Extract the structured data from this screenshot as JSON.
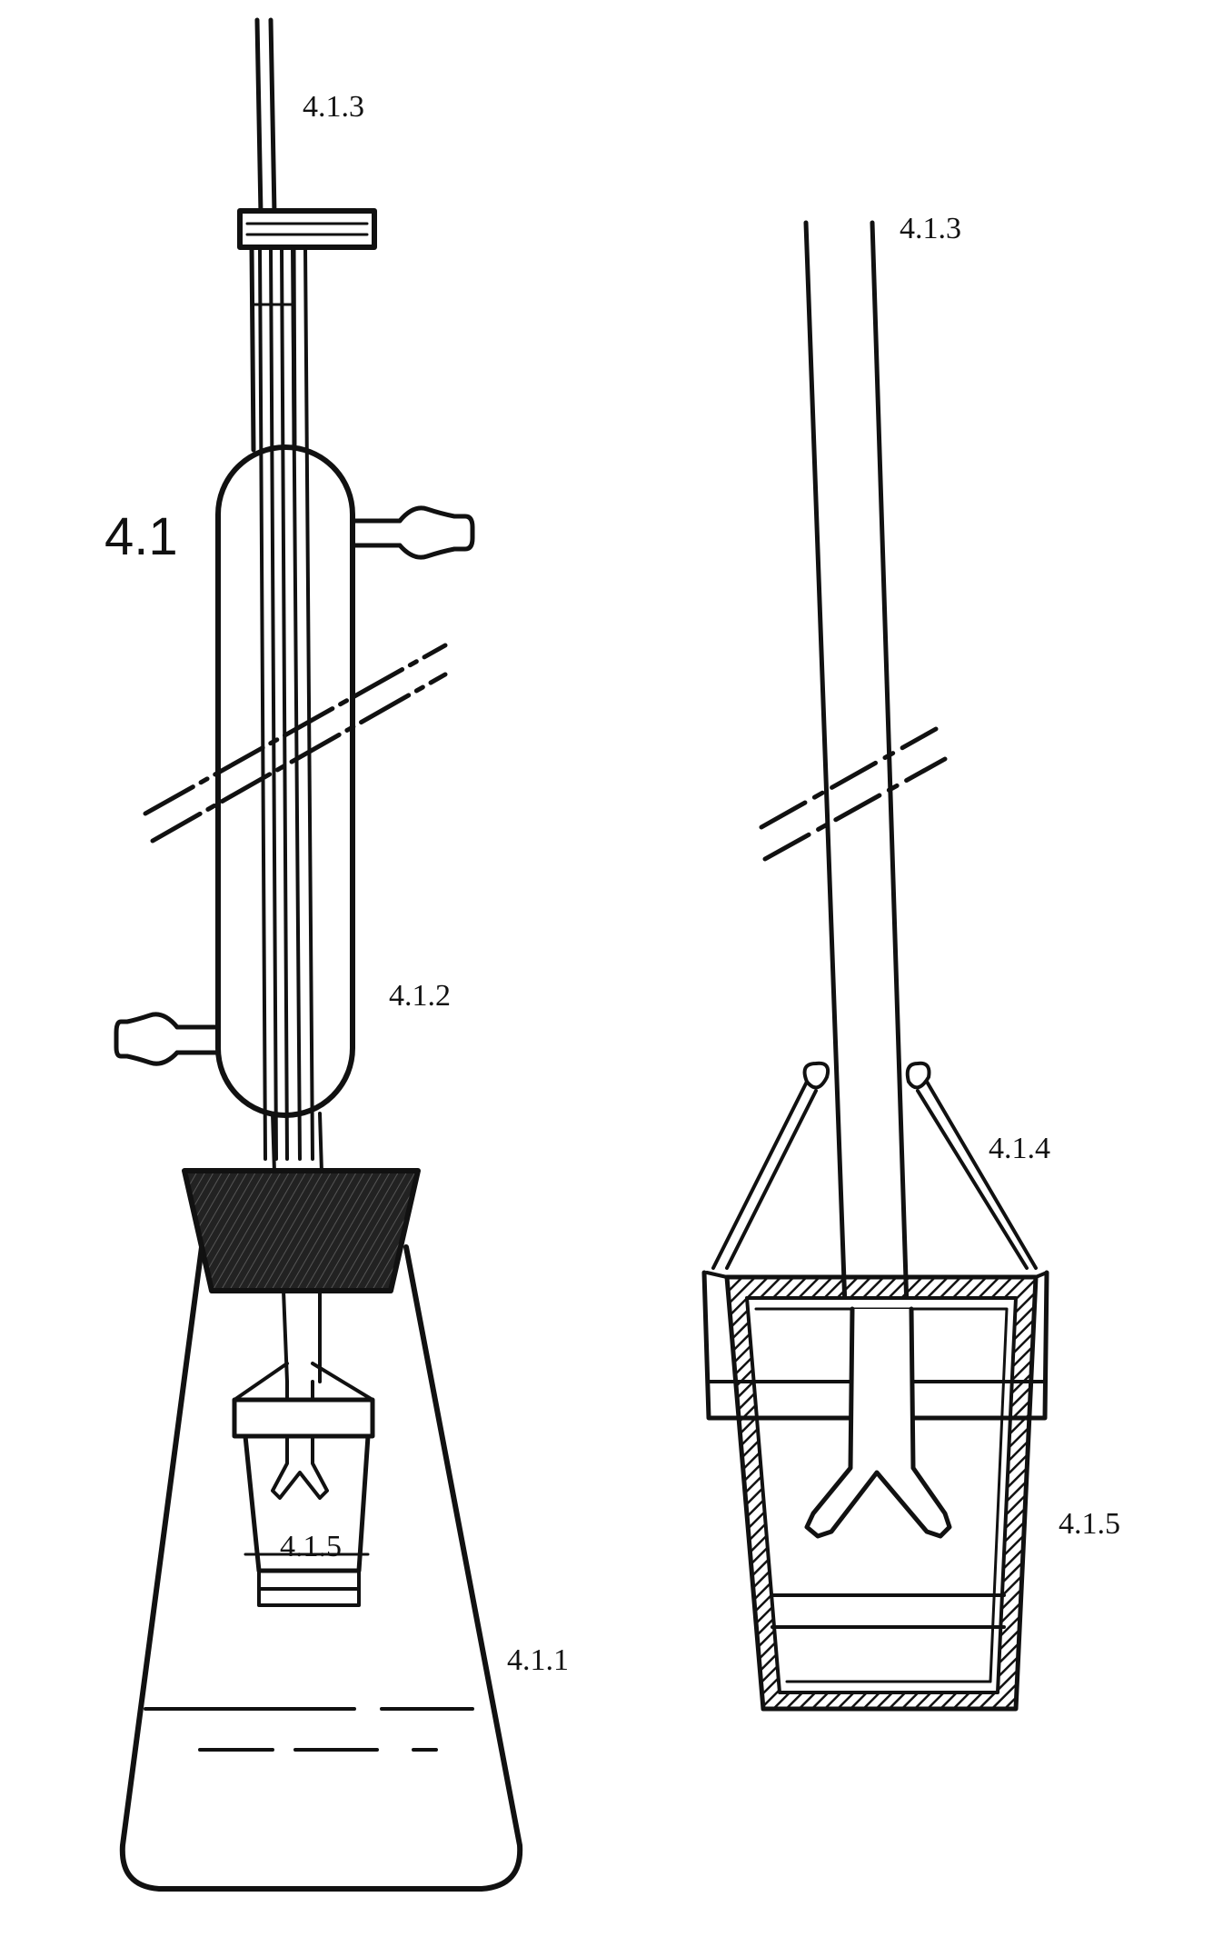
{
  "labels": {
    "left_top_tube": "4.1.3",
    "apparatus": "4.1",
    "condenser": "4.1.2",
    "flask": "4.1.1",
    "basket_left": "4.1.5",
    "right_top_tube": "4.1.3",
    "hanger": "4.1.4",
    "basket_right": "4.1.5"
  },
  "colors": {
    "ink": "#111111",
    "background": "#ffffff"
  }
}
